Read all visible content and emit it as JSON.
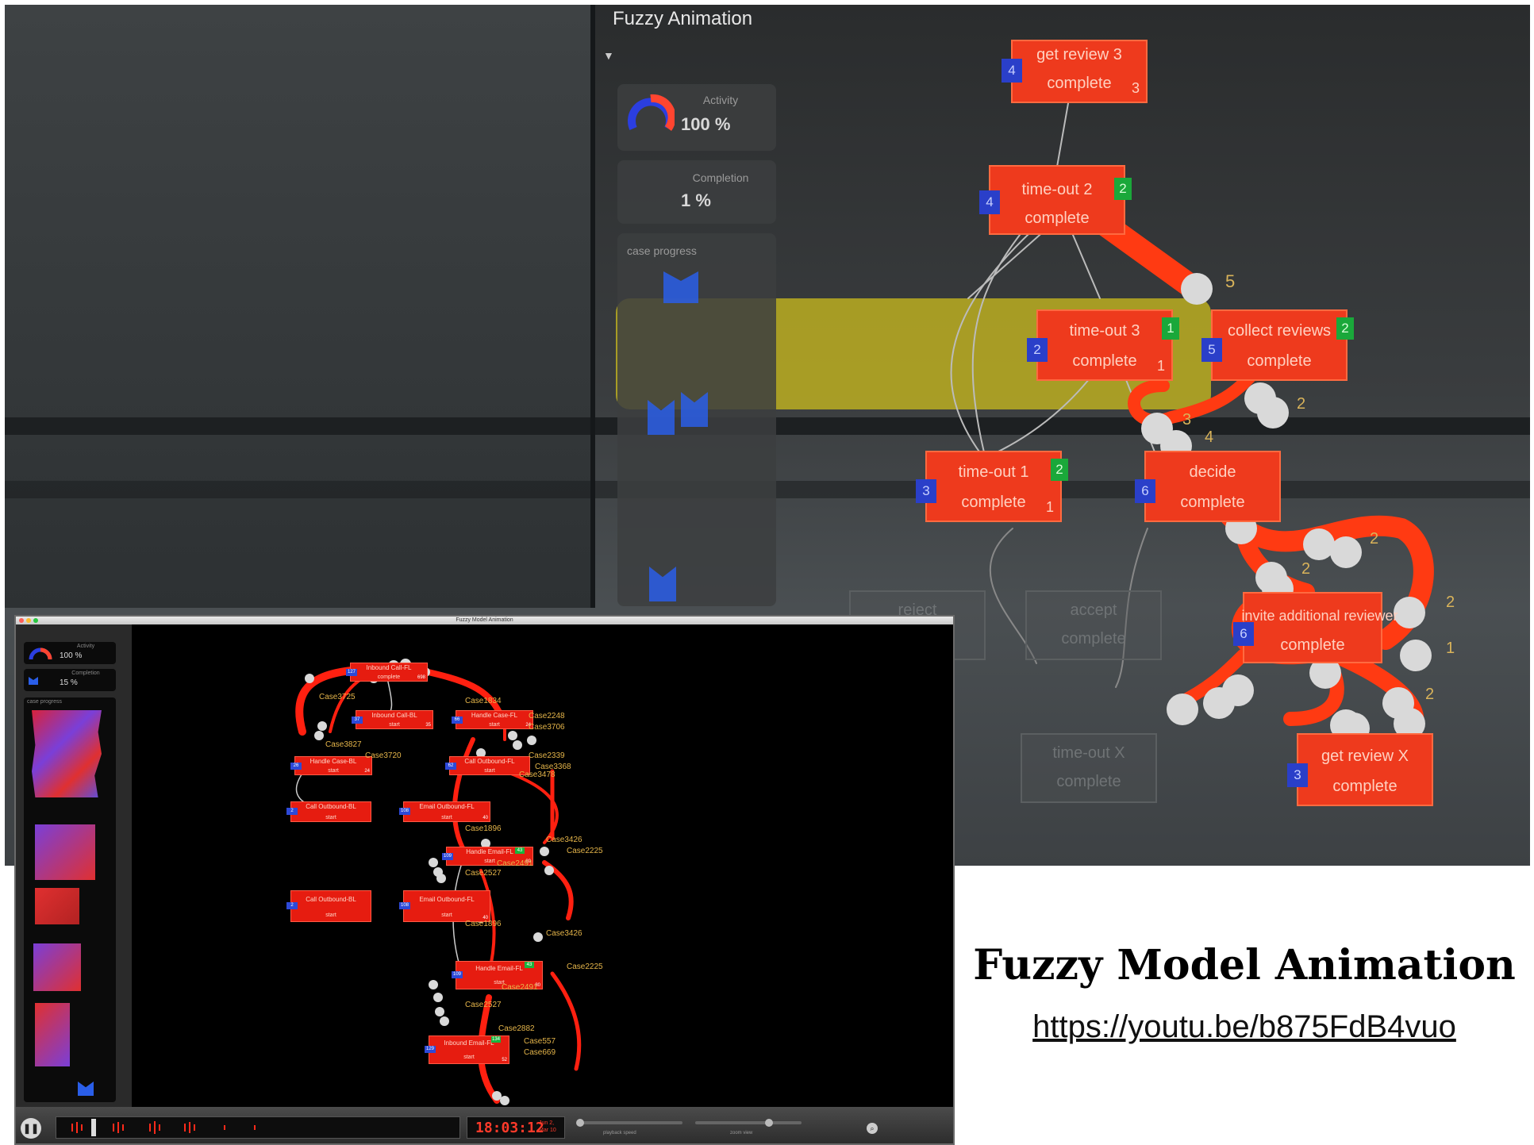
{
  "panel": {
    "title": "Fuzzy Animation",
    "activity_label": "Activity",
    "activity_value": "100 %",
    "completion_label": "Completion",
    "completion_value": "1 %",
    "case_progress_label": "case progress"
  },
  "ar_nodes": [
    {
      "id": "get-review-3",
      "line1": "get review 3",
      "line2": "complete",
      "badge_in": "4",
      "badge_out": "",
      "count": "3"
    },
    {
      "id": "time-out-2",
      "line1": "time-out 2",
      "line2": "complete",
      "badge_in": "4",
      "badge_out": "2",
      "count": ""
    },
    {
      "id": "time-out-3",
      "line1": "time-out 3",
      "line2": "complete",
      "badge_in": "2",
      "badge_out": "1",
      "count": "1"
    },
    {
      "id": "collect-reviews",
      "line1": "collect reviews",
      "line2": "complete",
      "badge_in": "5",
      "badge_out": "2",
      "count": ""
    },
    {
      "id": "time-out-1",
      "line1": "time-out 1",
      "line2": "complete",
      "badge_in": "3",
      "badge_out": "2",
      "count": "1"
    },
    {
      "id": "decide",
      "line1": "decide",
      "line2": "complete",
      "badge_in": "6",
      "badge_out": "",
      "count": ""
    },
    {
      "id": "invite-additional-reviewer",
      "line1": "invite additional reviewer",
      "line2": "complete",
      "badge_in": "6",
      "badge_out": "",
      "count": ""
    },
    {
      "id": "get-review-x",
      "line1": "get review X",
      "line2": "complete",
      "badge_in": "3",
      "badge_out": "",
      "count": ""
    }
  ],
  "ghost_nodes": [
    {
      "line1": "reject",
      "line2": "complete"
    },
    {
      "line1": "accept",
      "line2": "complete"
    },
    {
      "line1": "time-out X",
      "line2": "complete"
    }
  ],
  "ar_edge_labels": [
    "5",
    "3",
    "4",
    "2",
    "2",
    "2",
    "2",
    "1",
    "2"
  ],
  "app": {
    "window_title": "Fuzzy Model Animation",
    "activity_label": "Activity",
    "activity_value": "100 %",
    "completion_label": "Completion",
    "completion_value": "15 %",
    "case_progress_label": "case progress",
    "nodes": [
      {
        "name": "Inbound Call-FL",
        "state": "complete",
        "badge_in": "127",
        "badge_out": "",
        "count": "698"
      },
      {
        "name": "Inbound Call-BL",
        "state": "start",
        "badge_in": "37",
        "badge_out": "",
        "count": "35"
      },
      {
        "name": "Handle Case-FL",
        "state": "start",
        "badge_in": "66",
        "badge_out": "",
        "count": "24"
      },
      {
        "name": "Handle Case-BL",
        "state": "start",
        "badge_in": "26",
        "badge_out": "",
        "count": "24"
      },
      {
        "name": "Call Outbound-FL",
        "state": "start",
        "badge_in": "62",
        "badge_out": "",
        "count": ""
      },
      {
        "name": "Call Outbound-BL",
        "state": "start",
        "badge_in": "2",
        "badge_out": "",
        "count": ""
      },
      {
        "name": "Email Outbound-FL",
        "state": "start",
        "badge_in": "108",
        "badge_out": "",
        "count": "40"
      },
      {
        "name": "Handle Email-FL",
        "state": "start",
        "badge_in": "109",
        "badge_out": "43",
        "count": "80"
      },
      {
        "name": "Call Outbound-BL",
        "state": "start",
        "badge_in": "2",
        "badge_out": "",
        "count": ""
      },
      {
        "name": "Email Outbound-FL",
        "state": "start",
        "badge_in": "108",
        "badge_out": "",
        "count": "40"
      },
      {
        "name": "Handle Email-FL",
        "state": "start",
        "badge_in": "109",
        "badge_out": "43",
        "count": "80"
      },
      {
        "name": "Inbound Email-FL",
        "state": "start",
        "badge_in": "129",
        "badge_out": "134",
        "count": "52"
      }
    ],
    "case_labels": [
      "Case1834",
      "Case2248",
      "Case3706",
      "Case3725",
      "Case3827",
      "Case3720",
      "Case2339",
      "Case3368",
      "Case3478",
      "Case1896",
      "Case3426",
      "Case2225",
      "Case2491",
      "Case2527",
      "Case1896",
      "Case3426",
      "Case2225",
      "Case2491",
      "Case2527",
      "Case2882",
      "Case557",
      "Case669"
    ],
    "clock_time": "18:03:12",
    "clock_date": "Jun 2, Mar 10",
    "playback_label": "playback speed",
    "zoom_label": "zoom view"
  },
  "caption": {
    "title": "Fuzzy Model Animation",
    "link": "https://youtu.be/b875FdB4vuo"
  },
  "colors": {
    "node_red": "#ee3a1d",
    "badge_blue": "#2a3fc9",
    "badge_green": "#1aa83a",
    "case_label": "#e5b54a",
    "clock_red": "#ff3a2a"
  }
}
